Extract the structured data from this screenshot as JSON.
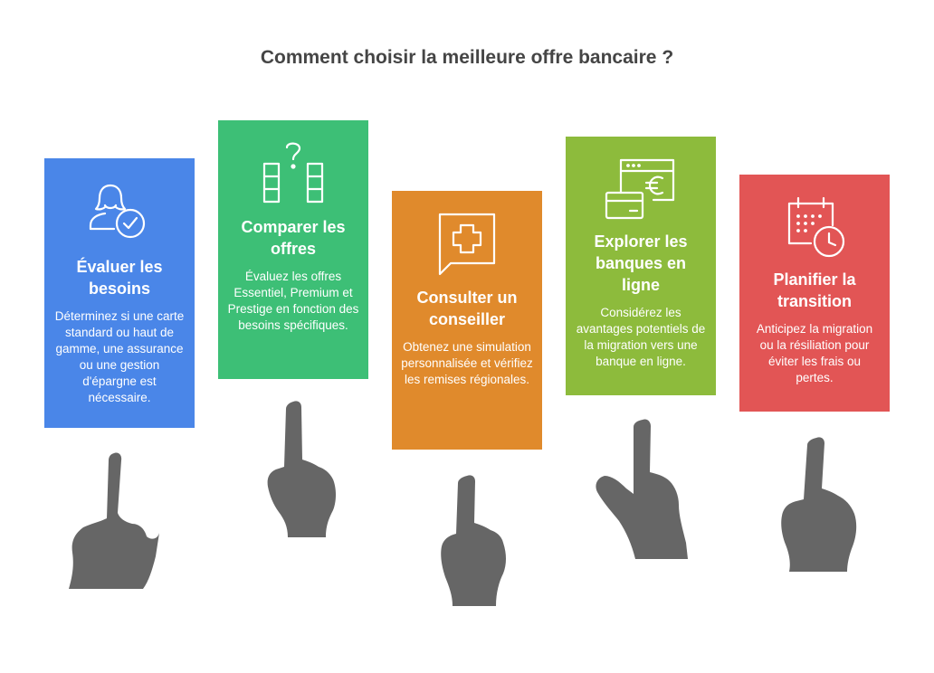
{
  "title": "Comment choisir la meilleure offre bancaire ?",
  "colors": {
    "blue": "#4A86E8",
    "green": "#3DBF76",
    "orange": "#E08A2C",
    "lime": "#8DBB3C",
    "red": "#E25555",
    "hand": "#666666",
    "title": "#454545"
  },
  "steps": [
    {
      "heading": "Évaluer les besoins",
      "desc": "Déterminez si une carte standard ou haut de gamme, une assurance ou une gestion d'épargne est nécessaire.",
      "icon": "user-check-icon"
    },
    {
      "heading": "Comparer les offres",
      "desc": "Évaluez les offres Essentiel, Premium et Prestige en fonction des besoins spécifiques.",
      "icon": "compare-question-icon"
    },
    {
      "heading": "Consulter un conseiller",
      "desc": "Obtenez une simulation personnalisée et vérifiez les remises régionales.",
      "icon": "medical-chat-icon"
    },
    {
      "heading": "Explorer les banques en ligne",
      "desc": "Considérez les avantages potentiels de la migration vers une banque en ligne.",
      "icon": "online-banking-euro-icon"
    },
    {
      "heading": "Planifier la transition",
      "desc": "Anticipez la migration ou la résiliation pour éviter les frais ou pertes.",
      "icon": "calendar-clock-icon"
    }
  ]
}
